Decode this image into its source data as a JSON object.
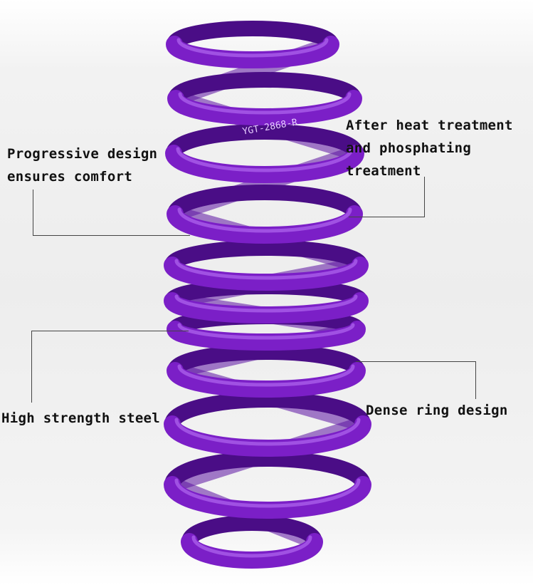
{
  "product": {
    "stamp_text": "YGT-2868-R",
    "color": "#7b1fc7"
  },
  "labels": {
    "progressive": [
      "Progressive design",
      "ensures comfort"
    ],
    "heat_treatment": [
      "After heat treatment",
      "and phosphating",
      "treatment"
    ],
    "steel": "High strength steel",
    "dense": "Dense ring design"
  }
}
